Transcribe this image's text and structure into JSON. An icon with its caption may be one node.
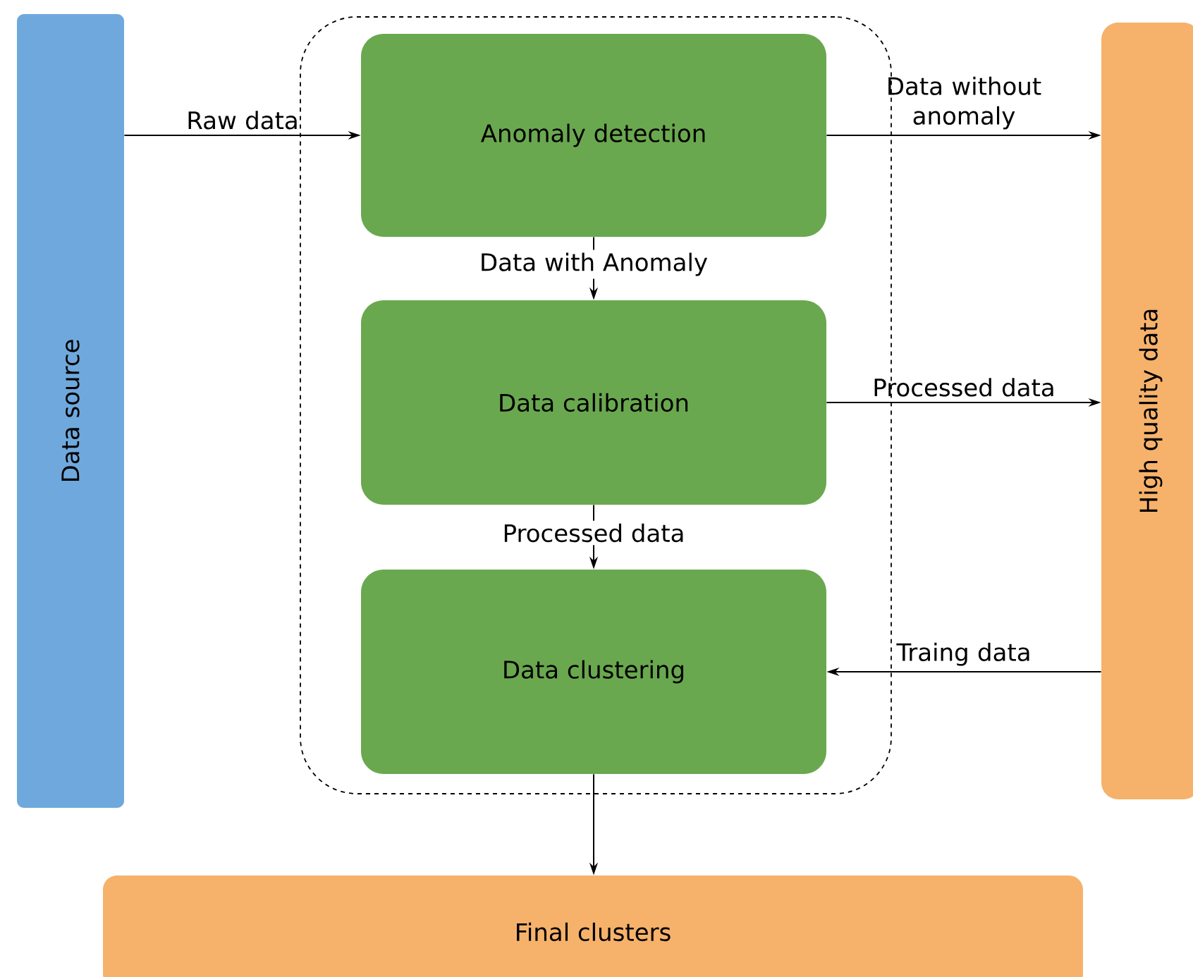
{
  "diagram": {
    "nodes": [
      {
        "text": [
          "Data source"
        ]
      },
      {
        "text": [],
        "shape": "box"
      },
      {
        "text": [
          "Anomaly detection"
        ],
        "in": 1
      },
      {
        "text": [
          "Data calibration"
        ],
        "in": 1
      },
      {
        "text": [
          "Data clustering"
        ],
        "in": 1
      },
      {
        "text": [
          "High quality data"
        ]
      },
      {
        "text": [
          "Final clusters"
        ]
      }
    ],
    "edges": [
      {
        "from": 0,
        "to": 2,
        "arrow": "to",
        "label": "Raw data"
      },
      {
        "from": 2,
        "to": 5,
        "arrow": "to",
        "label": "Data without anomaly"
      },
      {
        "from": 2,
        "to": 3,
        "arrow": "to",
        "label": "Data with Anomaly"
      },
      {
        "from": 3,
        "to": 5,
        "arrow": "to",
        "label": "Processed data"
      },
      {
        "from": 3,
        "to": 4,
        "arrow": "to",
        "label": "Processed data"
      },
      {
        "from": 5,
        "to": 4,
        "arrow": "to",
        "label": "Traing data"
      },
      {
        "from": 4,
        "to": 6,
        "arrow": "to"
      }
    ]
  }
}
